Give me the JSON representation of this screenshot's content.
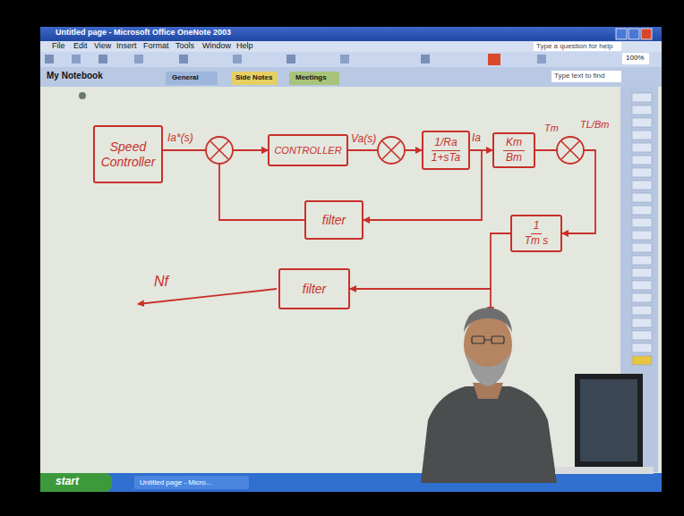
{
  "diagram": {
    "nodes": [
      {
        "text": [
          "Speed Controller"
        ]
      },
      {
        "text": [
          "CONTROLLER"
        ]
      },
      {
        "text": [
          "1/Ra",
          "1+sTa"
        ]
      },
      {
        "text": [
          "Km",
          "Bm"
        ]
      },
      {
        "text": [
          "filter"
        ]
      },
      {
        "text": [
          "1",
          "Tm s"
        ]
      },
      {
        "text": [
          "filter"
        ]
      }
    ],
    "edges": [
      {
        "from": 0,
        "to": 1,
        "arrow": "to",
        "label": "Ia*(s)"
      },
      {
        "from": 4,
        "to": 1,
        "arrow": "to"
      },
      {
        "from": 1,
        "to": 2,
        "arrow": "to",
        "label": "Va(s)"
      },
      {
        "from": 2,
        "to": 3,
        "arrow": "to",
        "label": "Ia"
      },
      {
        "from": 2,
        "to": 4,
        "arrow": "to"
      },
      {
        "from": 3,
        "to": 5,
        "arrow": "to"
      },
      {
        "from": 5,
        "to": 6,
        "arrow": "to"
      }
    ],
    "labels": [
      "Untitled page - Microsoft Office OneNote 2003",
      "File",
      "Edit",
      "View",
      "Insert",
      "Format",
      "Tools",
      "Window",
      "Help",
      "Type a question for help",
      "100%",
      "My Notebook",
      "General",
      "Side Notes",
      "Meetings",
      "Type text to find",
      "Tm",
      "TL/Bm",
      "Nf",
      "start",
      "Untitled page - Micro..."
    ]
  }
}
